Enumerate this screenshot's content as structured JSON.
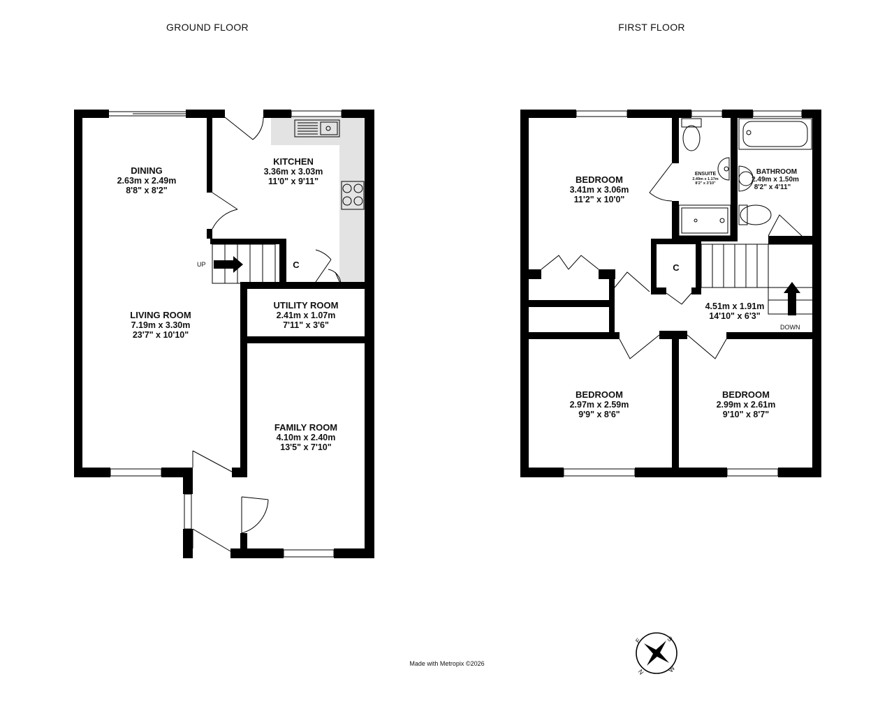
{
  "ground_floor": {
    "title": "GROUND FLOOR",
    "stairs_label": "UP",
    "cupboard_label": "C",
    "rooms": [
      {
        "name": "DINING",
        "metric": "2.63m  x 2.49m",
        "imperial": "8'8\"  x 8'2\""
      },
      {
        "name": "KITCHEN",
        "metric": "3.36m  x 3.03m",
        "imperial": "11'0\"  x 9'11\""
      },
      {
        "name": "LIVING ROOM",
        "metric": "7.19m  x 3.30m",
        "imperial": "23'7\"  x 10'10\""
      },
      {
        "name": "UTILITY ROOM",
        "metric": "2.41m  x 1.07m",
        "imperial": "7'11\"  x 3'6\""
      },
      {
        "name": "FAMILY ROOM",
        "metric": "4.10m  x 2.40m",
        "imperial": "13'5\"  x 7'10\""
      }
    ]
  },
  "first_floor": {
    "title": "FIRST FLOOR",
    "stairs_label": "DOWN",
    "cupboard_label": "C",
    "rooms": [
      {
        "name": "BEDROOM",
        "metric": "3.41m  x 3.06m",
        "imperial": "11'2\"  x 10'0\""
      },
      {
        "name": "ENSUITE",
        "metric": "2.49m  x 1.17m",
        "imperial": "8'2\"  x 3'10\""
      },
      {
        "name": "BATHROOM",
        "metric": "2.49m  x 1.50m",
        "imperial": "8'2\"  x 4'11\""
      },
      {
        "name": "",
        "metric": "4.51m  x 1.91m",
        "imperial": "14'10\"  x 6'3\""
      },
      {
        "name": "BEDROOM",
        "metric": "2.97m  x 2.59m",
        "imperial": "9'9\"  x 8'6\""
      },
      {
        "name": "BEDROOM",
        "metric": "2.99m  x 2.61m",
        "imperial": "9'10\"  x 8'7\""
      }
    ]
  },
  "credit": "Made with Metropix ©2026",
  "compass": {
    "letters": [
      "S",
      "W",
      "N",
      "E"
    ]
  }
}
